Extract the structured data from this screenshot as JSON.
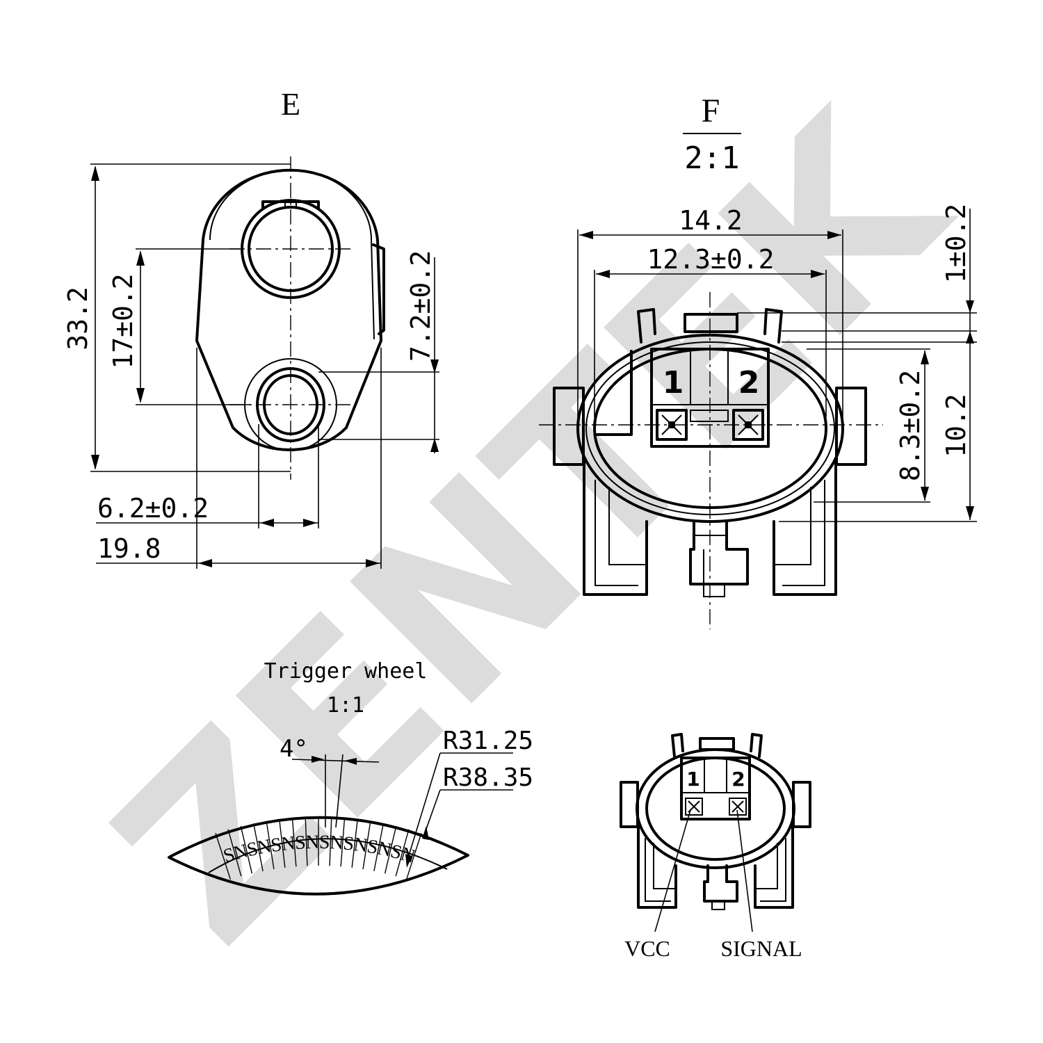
{
  "watermark": "ZENTEK",
  "views": {
    "e": {
      "label": "E"
    },
    "f": {
      "label": "F",
      "scale": "2:1"
    },
    "trigger": {
      "title": "Trigger wheel",
      "scale": "1:1"
    }
  },
  "dimensions": {
    "e_height": "33.2",
    "e_hole_spacing": "17±0.2",
    "e_offset": "7.2±0.2",
    "e_hole_width": "6.2±0.2",
    "e_width": "19.8",
    "f_outer_width": "14.2",
    "f_inner_width": "12.3±0.2",
    "f_step": "1±0.2",
    "f_inner_height": "8.3±0.2",
    "f_outer_height": "10.2",
    "trigger_angle": "4°",
    "trigger_r_inner": "R31.25",
    "trigger_r_outer": "R38.35"
  },
  "pins": {
    "pin1": "1",
    "pin2": "2"
  },
  "pinout": {
    "vcc": "VCC",
    "signal": "SIGNAL"
  },
  "trigger_poles": [
    "S",
    "N",
    "S",
    "N",
    "S",
    "N",
    "S",
    "N",
    "S",
    "N",
    "S",
    "N",
    "S",
    "N",
    "S",
    "N"
  ]
}
